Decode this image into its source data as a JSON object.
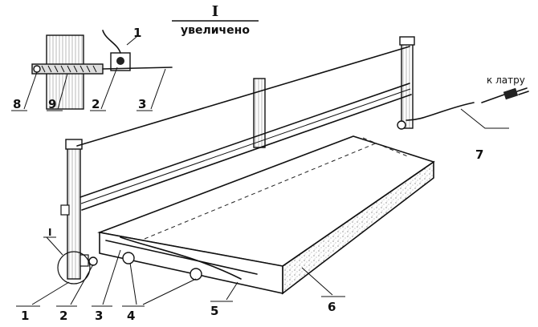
{
  "header": {
    "roman": "I",
    "caption": "увеличено"
  },
  "connector": {
    "label": "к латру"
  },
  "callout": {
    "label": "I"
  },
  "inset_labels": [
    "1",
    "8",
    "9",
    "2",
    "3"
  ],
  "main_labels": [
    "7",
    "1",
    "2",
    "3",
    "4",
    "5",
    "6"
  ],
  "colors": {
    "ink": "#111111",
    "paper": "#ffffff"
  }
}
